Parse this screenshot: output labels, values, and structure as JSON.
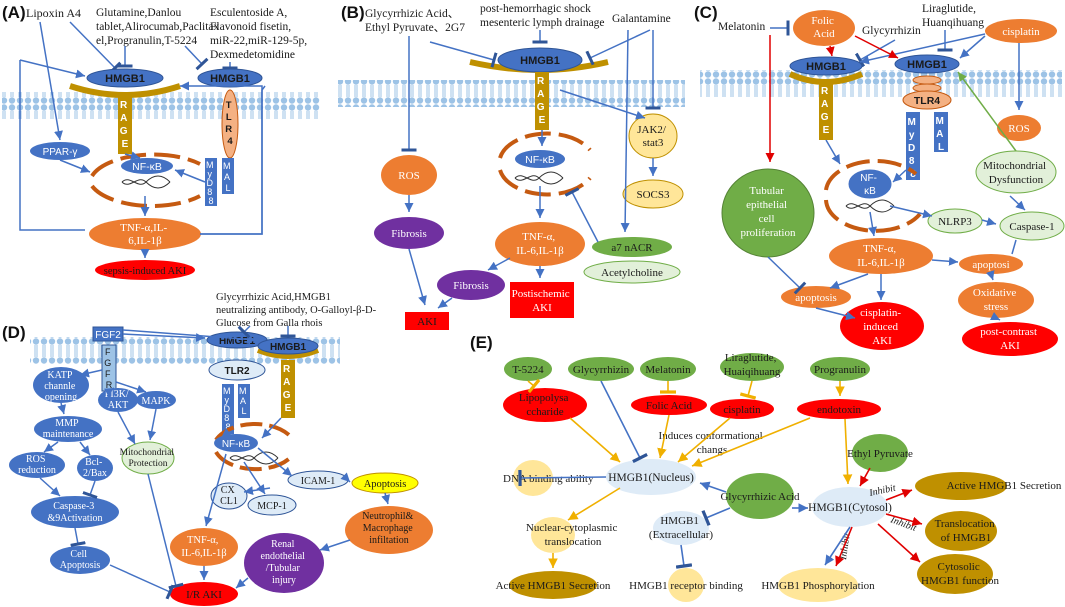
{
  "panels": {
    "A": {
      "label": "(A)",
      "inhibitors": [
        "Lipoxin A4",
        "Glutamine,Danlou",
        "tablet,Alirocumab,Paclitax",
        "el,Progranulin,T-5224",
        "Esculentoside A,",
        "Flavonoid fisetin,",
        "miR-22,miR-129-5p,",
        "Dexmedetomidine"
      ],
      "hmgb1_left": "HMGB1",
      "hmgb1_right": "HMGB1",
      "rage": [
        "R",
        "A",
        "G",
        "E"
      ],
      "tlr4": [
        "T",
        "L",
        "R",
        "4"
      ],
      "ppar": "PPAR-γ",
      "nfkb": "NF-κB",
      "myd88": [
        "M",
        "y",
        "D",
        "8",
        "8"
      ],
      "mal": [
        "M",
        "A",
        "L"
      ],
      "cytokines": [
        "TNF-α,IL-",
        "6,IL-1β"
      ],
      "outcome": "sepsis-induced AKI"
    },
    "B": {
      "label": "(B)",
      "inhibitors": [
        "Glycyrrhizic Acid、",
        "Ethyl Pyruvate、2G7",
        "post-hemorrhagic shock",
        "mesenteric lymph drainage",
        "Galantamine"
      ],
      "hmgb1": "HMGB1",
      "rage": [
        "R",
        "A",
        "G",
        "E"
      ],
      "ros": "ROS",
      "fibrosis1": "Fibrosis",
      "nfkb": "NF-κB",
      "jak": [
        "JAK2/",
        "stat3"
      ],
      "socs": "SOCS3",
      "cytokines": [
        "TNF-α,",
        "IL-6,IL-1β"
      ],
      "a7": "a7 nACR",
      "ach": "Acetylcholine",
      "fibrosis2": "Fibrosis",
      "aki": "AKI",
      "postischemic": [
        "Postischemic",
        "AKI"
      ]
    },
    "C": {
      "label": "(C)",
      "melatonin": "Melatonin",
      "folic": [
        "Folic",
        "Acid"
      ],
      "glycyrrhizin": "Glycyrrhizin",
      "liraglutide": [
        "Liraglutide,",
        "Huanqihuang"
      ],
      "cisplatin": "cisplatin",
      "hmgb1_left": "HMGB1",
      "hmgb1_right": "HMGB1",
      "rage": [
        "R",
        "A",
        "G",
        "E"
      ],
      "tlr4": "TLR4",
      "myd88": [
        "M",
        "y",
        "D",
        "8",
        "8"
      ],
      "mal": [
        "M",
        "A",
        "L"
      ],
      "ros": "ROS",
      "mito": [
        "Mitochondrial",
        "Dysfunction"
      ],
      "nfkb": [
        "NF-",
        "κB"
      ],
      "tubular": [
        "Tubular",
        "epithelial",
        "cell",
        "proliferation"
      ],
      "nlrp3": "NLRP3",
      "caspase1": "Caspase-1",
      "cytokines": [
        "TNF-α,",
        "IL-6,IL-1β"
      ],
      "apoptosi": "apoptosi",
      "apoptosis": "apoptosis",
      "oxidative": [
        "Oxidative",
        "stress"
      ],
      "cis_aki": [
        "cisplatin-",
        "induced",
        "AKI"
      ],
      "pc_aki": [
        "post-contrast",
        "AKI"
      ]
    },
    "D": {
      "label": "(D)",
      "inhibitors": [
        "Glycyrrhizic Acid,HMGB1",
        "neutralizing antibody, O-Galloyl-β-D-",
        "Glucose from Galla rhois"
      ],
      "fgf2": "FGF2",
      "fgfr": [
        "F",
        "G",
        "F",
        "R"
      ],
      "hmgb1_left": "HMGB1",
      "hmgb1_right": "HMGB1",
      "tlr2": "TLR2",
      "myd88": [
        "M",
        "y",
        "D",
        "8",
        "8"
      ],
      "mal": [
        "M",
        "A",
        "L"
      ],
      "rage": [
        "R",
        "A",
        "G",
        "E"
      ],
      "katp": [
        "KATP",
        "channle",
        "opening"
      ],
      "pi3k": [
        "PI3K/",
        "AKT"
      ],
      "mapk": "MAPK",
      "mmp": [
        "MMP",
        "maintenance"
      ],
      "mito": [
        "Mitochondrial",
        "Protection"
      ],
      "ros": [
        "ROS",
        "reduction"
      ],
      "bcl": [
        "Bcl-",
        "2/Bax"
      ],
      "caspase": [
        "Caspase-3",
        "&9Activation"
      ],
      "cell": [
        "Cell",
        "Apoptosis"
      ],
      "nfkb": "NF-κB",
      "icam": "ICAM-1",
      "apoptosis": "Apoptosis",
      "cx": [
        "CX",
        "CL1"
      ],
      "mcp": "MCP-1",
      "neutrophil": [
        "Neutrophil&",
        "Macrophage",
        "infiltation"
      ],
      "cytokines": [
        "TNF-α,",
        "IL-6,IL-1β"
      ],
      "renal": [
        "Renal",
        "endothelial",
        "/Tubular",
        "injury"
      ],
      "outcome": "I/R AKI"
    },
    "E": {
      "label": "(E)",
      "t5224": "T-5224",
      "glycyrrhizin": "Glycyrrhizin",
      "melatonin": "Melatonin",
      "liraglutide": [
        "Liraglutide,",
        "Huaiqihuang"
      ],
      "progranulin": "Progranulin",
      "lps": [
        "Lipopolysa",
        "ccharide"
      ],
      "folic": "Folic Acid",
      "cisplatin": "cisplatin",
      "endotoxin": "endotoxin",
      "induces": [
        "Induces conformational",
        "changs"
      ],
      "ethyl": "Ethyl Pyruvate",
      "dna": "DNA binding ability",
      "nucleus": "HMGB1(Nucleus)",
      "glyacid": "Glycyrrhizic Acid",
      "cytosol": "HMGB1(Cytosol)",
      "inhibit": "Inhibit",
      "active_sec_r": "Active HMGB1 Secretion",
      "nuclear": [
        "Nuclear-cytoplasmic",
        "translocation"
      ],
      "extracellular": [
        "HMGB1",
        "(Extracellular)"
      ],
      "translocation": [
        "Translocation",
        "of HMGB1"
      ],
      "cytosolic": [
        "Cytosolic",
        "HMGB1 function"
      ],
      "active_sec_b": "Active HMGB1 Secretion",
      "receptor": "HMGB1 receptor binding",
      "phospho": "HMGB1 Phosphorylation"
    }
  },
  "colors": {
    "blue": "#4472c4",
    "darkblue": "#2f5597",
    "orange": "#ed7d31",
    "red": "#ff0000",
    "darkred": "#c00000",
    "gold": "#bf9000",
    "purple": "#7030a0",
    "green": "#70ad47",
    "lightgreen": "#e2f0d9",
    "lightyellow": "#ffe699",
    "yellow": "#ffff00",
    "lightblue": "#deebf7",
    "membrane": "#9dc3e6"
  }
}
